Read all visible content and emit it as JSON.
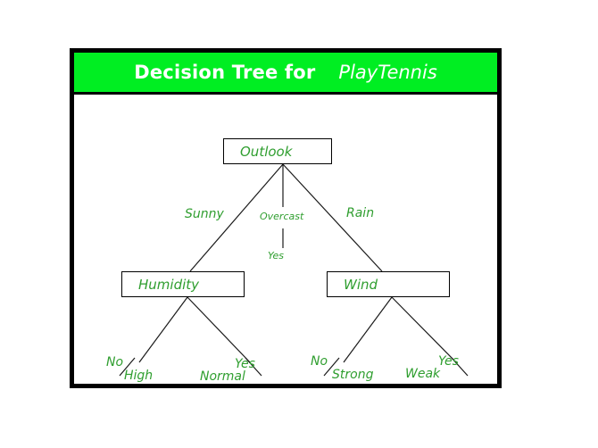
{
  "slide": {
    "title_main": "Decision Tree for",
    "title_emphasis": "PlayTennis",
    "banner_color": "#00EE22",
    "text_color": "#FFFFFF",
    "node_text_color": "#2F9E2F",
    "frame_color": "#000000",
    "background_color": "#FFFFFF"
  },
  "tree": {
    "root": {
      "label": "Outlook"
    },
    "decision_nodes": [
      {
        "label": "Outlook"
      },
      {
        "label": "Humidity"
      },
      {
        "label": "Wind"
      }
    ],
    "edges": [
      {
        "from": "Outlook",
        "label": "Sunny",
        "to": "Humidity"
      },
      {
        "from": "Outlook",
        "label": "Overcast",
        "to": "Yes"
      },
      {
        "from": "Outlook",
        "label": "Rain",
        "to": "Wind"
      },
      {
        "from": "Humidity",
        "label": "High",
        "to": "No"
      },
      {
        "from": "Humidity",
        "label": "Normal",
        "to": "Yes"
      },
      {
        "from": "Wind",
        "label": "Strong",
        "to": "No"
      },
      {
        "from": "Wind",
        "label": "Weak",
        "to": "Yes"
      }
    ],
    "edge_labels": {
      "sunny": "Sunny",
      "overcast": "Overcast",
      "rain": "Rain",
      "high": "High",
      "normal": "Normal",
      "strong": "Strong",
      "weak": "Weak"
    },
    "leaves": {
      "overcast_yes": "Yes",
      "high_no": "No",
      "normal_yes": "Yes",
      "strong_no": "No",
      "weak_yes": "Yes"
    }
  }
}
